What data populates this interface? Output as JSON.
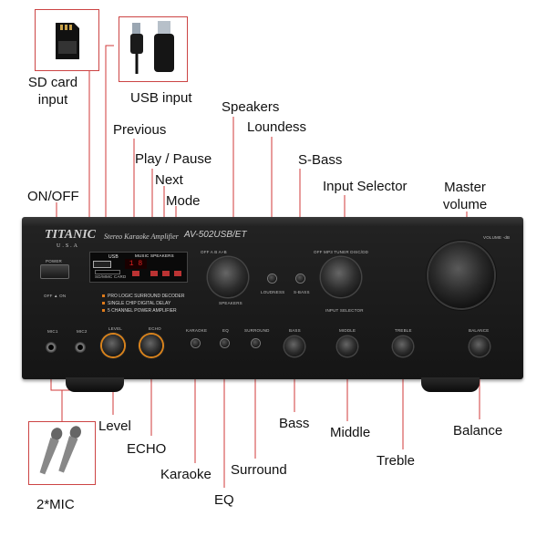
{
  "callouts": {
    "sd_card": "SD card\ninput",
    "usb": "USB input",
    "previous": "Previous",
    "play_pause": "Play / Pause",
    "next": "Next",
    "mode": "Mode",
    "on_off": "ON/OFF",
    "speakers": "Speakers",
    "loundess": "Loundess",
    "s_bass": "S-Bass",
    "input_selector": "Input Selector",
    "master_volume": "Master\nvolume",
    "level": "Level",
    "echo": "ECHO",
    "karaoke": "Karaoke",
    "eq": "EQ",
    "surround": "Surround",
    "bass": "Bass",
    "middle": "Middle",
    "treble": "Treble",
    "balance": "Balance",
    "two_mic": "2*MIC"
  },
  "panel": {
    "brand": "TITANIC",
    "brand_sub": "U.S.A",
    "subtitle": "Stereo Karaoke Amplifier",
    "model": "AV-502USB/ET",
    "power_label": "POWER",
    "off_on": "OFF ▲ ON",
    "usb_tag": "USB",
    "sd_tag": "SD/MMC CARD",
    "music_speakers": "MUSIC SPEAKERS",
    "speakers_ticks": "OFF    A    B    A+B",
    "speakers_label": "SPEAKERS",
    "loudness_label": "LOUDNESS",
    "sbass_label": "S-BASS",
    "input_ticks": "OFF    MP3  TUNER   DISC/DD",
    "input_label": "INPUT SELECTOR",
    "volume_label": "VOLUME  -dB",
    "features": [
      "PRO LOGIC SURROUND DECODER",
      "SINGLE CHIP DIGITAL DELAY",
      "5 CHANNEL POWER AMPLIFIER"
    ],
    "mic1": "MIC1",
    "mic2": "MIC2",
    "level": "LEVEL",
    "echo": "ECHO",
    "karaoke": "KARAOKE",
    "eq": "EQ",
    "surround": "SURROUND",
    "bass": "BASS",
    "middle": "MIDDLE",
    "treble": "TREBLE",
    "balance": "BALANCE",
    "display": "1 8"
  },
  "colors": {
    "callout_line": "#d23a3a",
    "knob_ring": "#d9831c",
    "panel": "#1c1c1c",
    "display": "#e02020"
  }
}
